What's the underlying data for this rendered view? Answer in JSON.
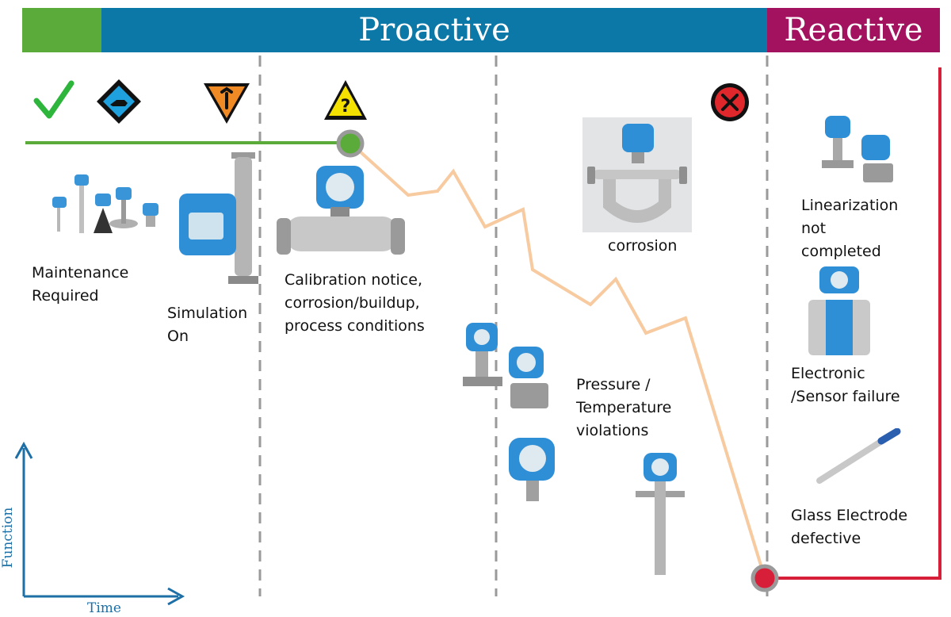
{
  "header": {
    "proactive": "Proactive",
    "reactive": "Reactive"
  },
  "labels": {
    "maintenance": "Maintenance\nRequired",
    "simulation": "Simulation\nOn",
    "calibration": "Calibration notice,\ncorrosion/buildup,\nprocess conditions",
    "corrosion": "corrosion",
    "pressure": "Pressure /\nTemperature\nviolations",
    "linearization": "Linearization\nnot\ncompleted",
    "electronic": "Electronic\n/Sensor failure",
    "glass": "Glass Electrode\ndefective"
  },
  "axes": {
    "y": "Function",
    "x": "Time"
  },
  "status_icons": [
    "ok-check-icon",
    "maintenance-diamond-icon",
    "function-check-icon",
    "out-of-spec-icon",
    "failure-icon"
  ],
  "colors": {
    "green": "#5bab3a",
    "blue": "#0b78a8",
    "magenta": "#a3125e",
    "orange_line": "#f7caa0",
    "red_line": "#d71f3a",
    "axis": "#1e6fa6"
  }
}
